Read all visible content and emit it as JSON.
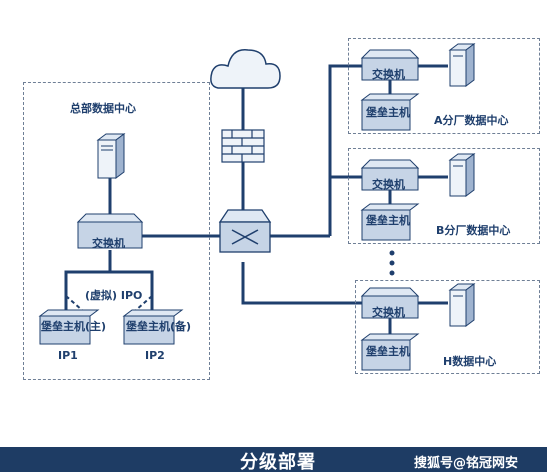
{
  "regions": {
    "hq": {
      "title": "总部数据中心"
    },
    "branch_a": {
      "title": "A分厂数据中心"
    },
    "branch_b": {
      "title": "B分厂数据中心"
    },
    "branch_h": {
      "title": "H数据中心"
    }
  },
  "devices": {
    "switch_label": "交换机",
    "bastion_label": "堡垒主机",
    "bastion_master": "堡垒主机(主)",
    "bastion_backup": "堡垒主机(备)",
    "virtual_ip": "(虚拟) IPO",
    "ip1": "IP1",
    "ip2": "IP2"
  },
  "footer": {
    "title": "分级部署",
    "credit": "搜狐号@铭冠网安"
  },
  "colors": {
    "line": "#1f3f6d",
    "device_fill": "#c6d4e6",
    "device_stroke": "#1f3f6d",
    "footer_bg": "#1e3c64"
  }
}
